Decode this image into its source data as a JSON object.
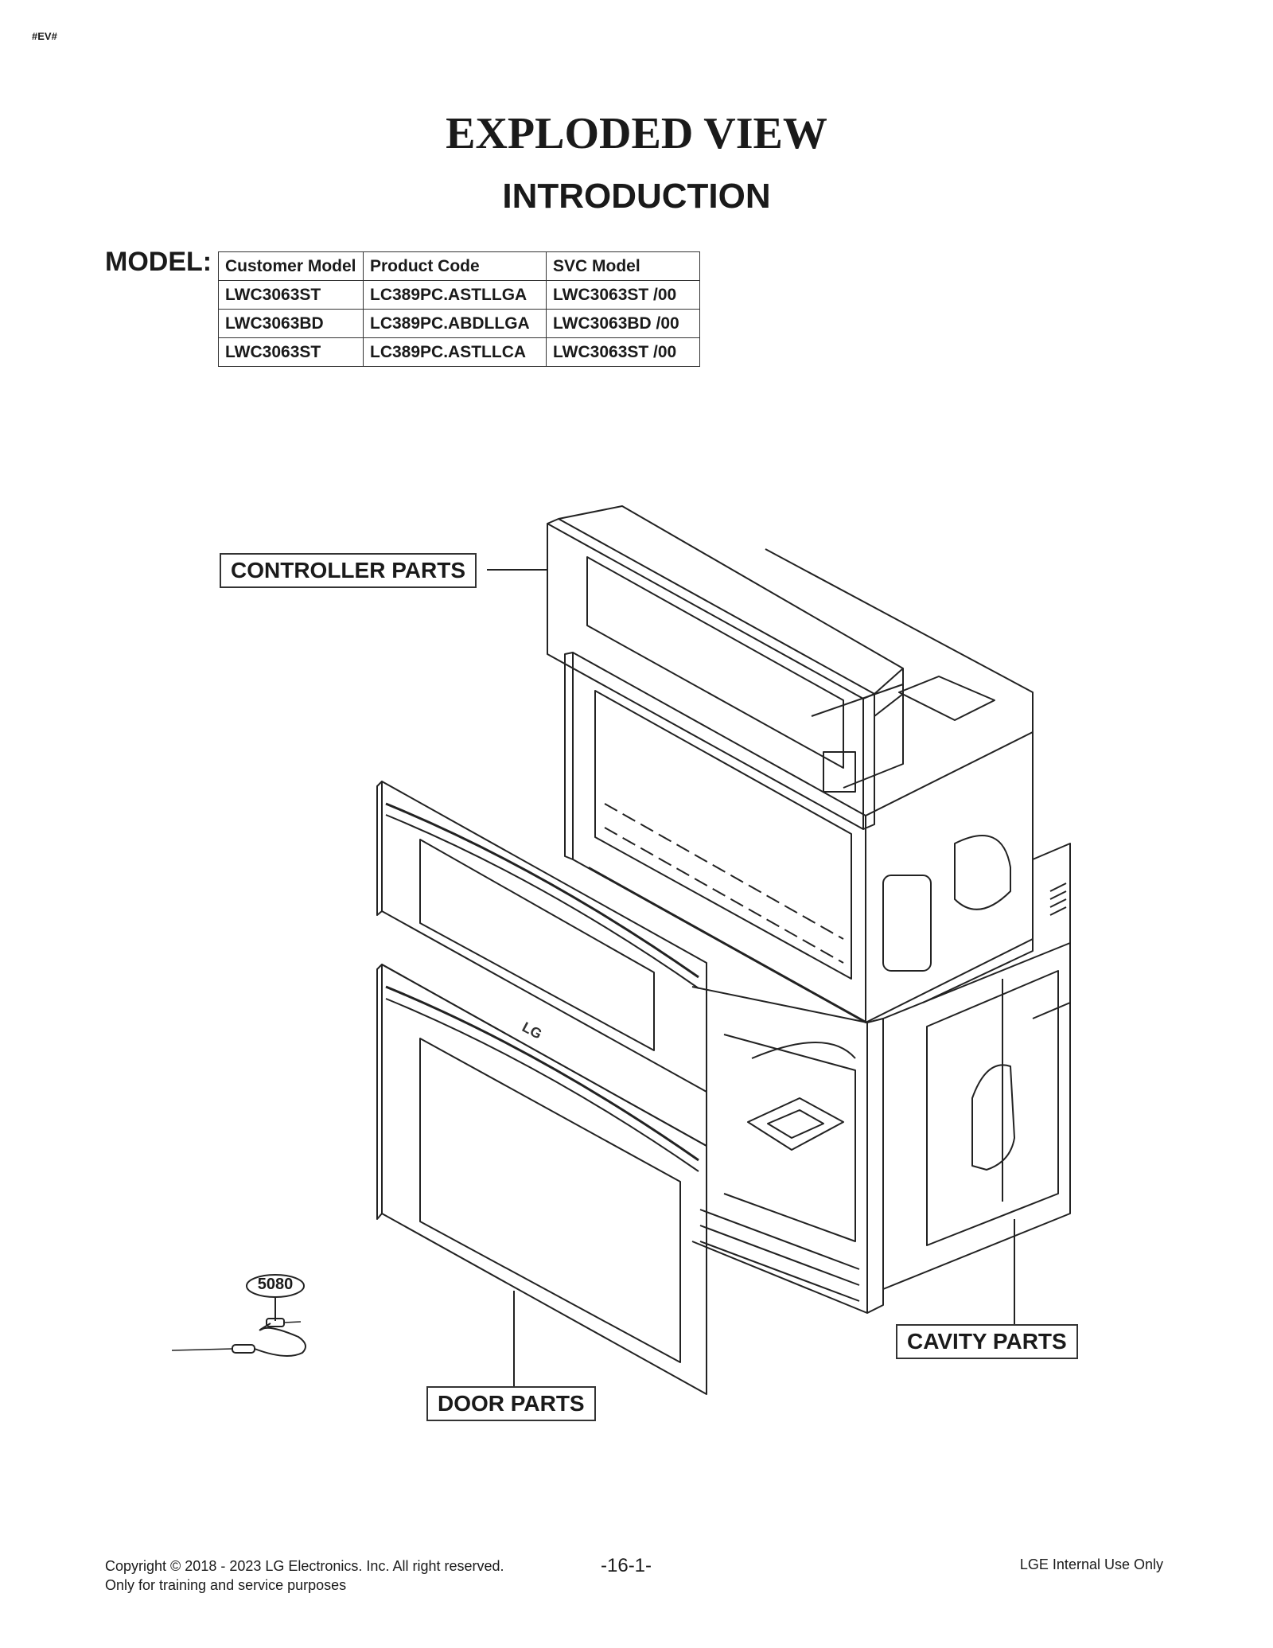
{
  "header": {
    "tag": "#EV#",
    "title": "EXPLODED VIEW",
    "subtitle": "INTRODUCTION"
  },
  "model_section": {
    "label": "MODEL:",
    "columns": [
      "Customer Model",
      "Product Code",
      "SVC Model"
    ],
    "rows": [
      [
        "LWC3063ST",
        "LC389PC.ASTLLGA",
        "LWC3063ST /00"
      ],
      [
        "LWC3063BD",
        "LC389PC.ABDLLGA",
        "LWC3063BD /00"
      ],
      [
        "LWC3063ST",
        "LC389PC.ASTLLCA",
        "LWC3063ST /00"
      ]
    ]
  },
  "diagram": {
    "callouts": {
      "controller": "CONTROLLER PARTS",
      "door": "DOOR PARTS",
      "cavity": "CAVITY PARTS"
    },
    "part_number": "5080",
    "logo_text": "LG"
  },
  "footer": {
    "copyright_line1": "Copyright © 2018 - 2023 LG Electronics. Inc. All right reserved.",
    "copyright_line2": "Only for training and service purposes",
    "page_number": "-16-1-",
    "internal": "LGE Internal Use Only"
  }
}
